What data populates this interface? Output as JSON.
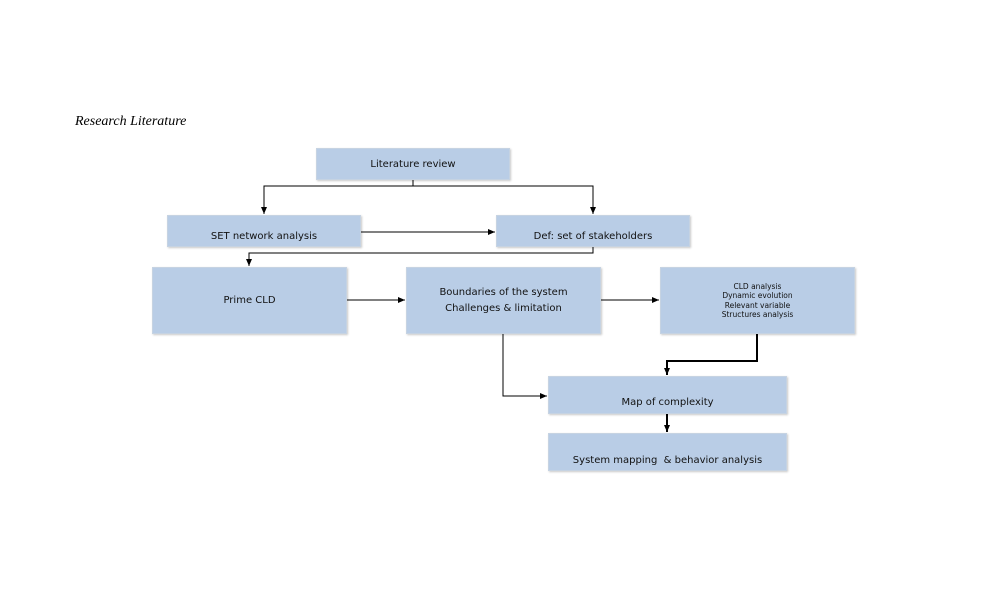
{
  "caption": "Research Literature",
  "nodes": {
    "literature_review": [
      "Literature review"
    ],
    "set_network": [
      "SET network analysis"
    ],
    "def_stakeholders": [
      "Def: set of stakeholders"
    ],
    "prime_cld": [
      "Prime CLD"
    ],
    "boundaries": [
      "Boundaries of the system",
      "Challenges & limitation"
    ],
    "cld_analysis": [
      "CLD analysis",
      "Dynamic evolution",
      "Relevant variable",
      "Structures analysis"
    ],
    "map_complexity": [
      "Map of complexity"
    ],
    "system_mapping": [
      "System mapping  & behavior analysis"
    ]
  },
  "colors": {
    "box_fill": "#b9cde6",
    "arrow": "#000000"
  }
}
